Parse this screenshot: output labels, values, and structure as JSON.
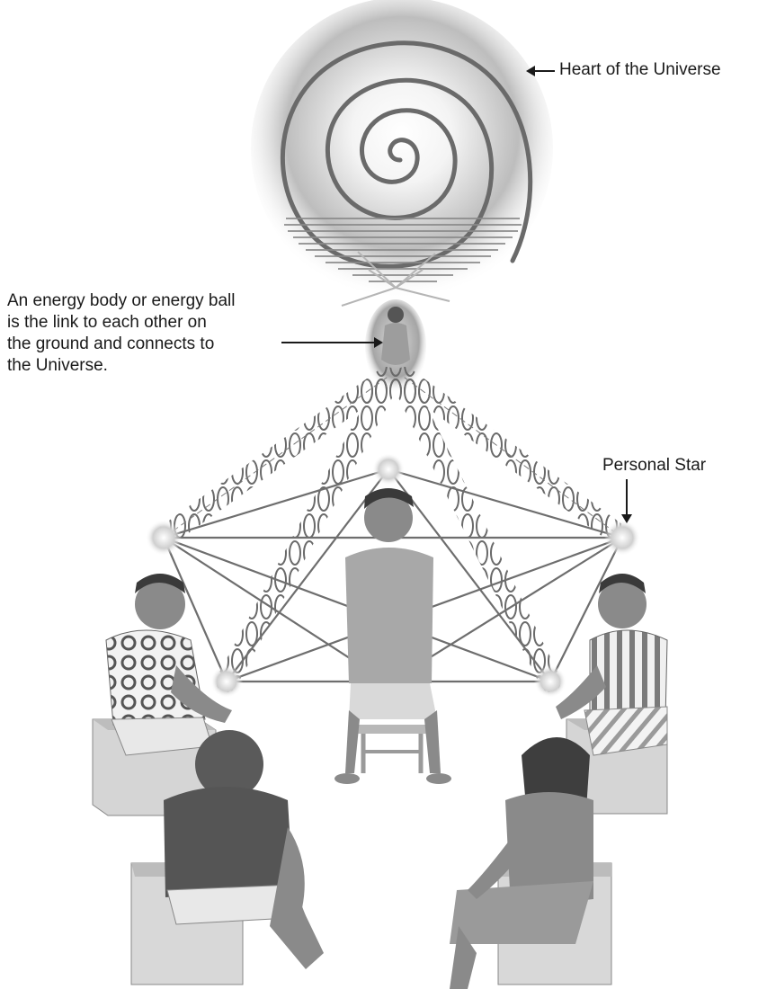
{
  "labels": {
    "heart_of_universe": "Heart of the Universe",
    "energy_body_lines": [
      "An energy body or energy ball",
      "is the link to each other on",
      "the ground and connects to",
      "the Universe."
    ],
    "personal_star": "Personal Star"
  },
  "figures": [
    {
      "name": "man-polka-shirt"
    },
    {
      "name": "man-center-chair"
    },
    {
      "name": "man-striped-shirt"
    },
    {
      "name": "man-dark-shirt-back"
    },
    {
      "name": "woman-long-hair-back"
    }
  ],
  "colors": {
    "ink": "#1a1a1a",
    "spiral": "#6a6a6a",
    "glow": "#9a9a9a",
    "lines": "#6e6e6e",
    "skin": "#8a8a8a",
    "seat": "#d2d2d2"
  },
  "icons": [
    "arrow-left-icon",
    "arrow-down-icon",
    "arrow-right-icon"
  ]
}
